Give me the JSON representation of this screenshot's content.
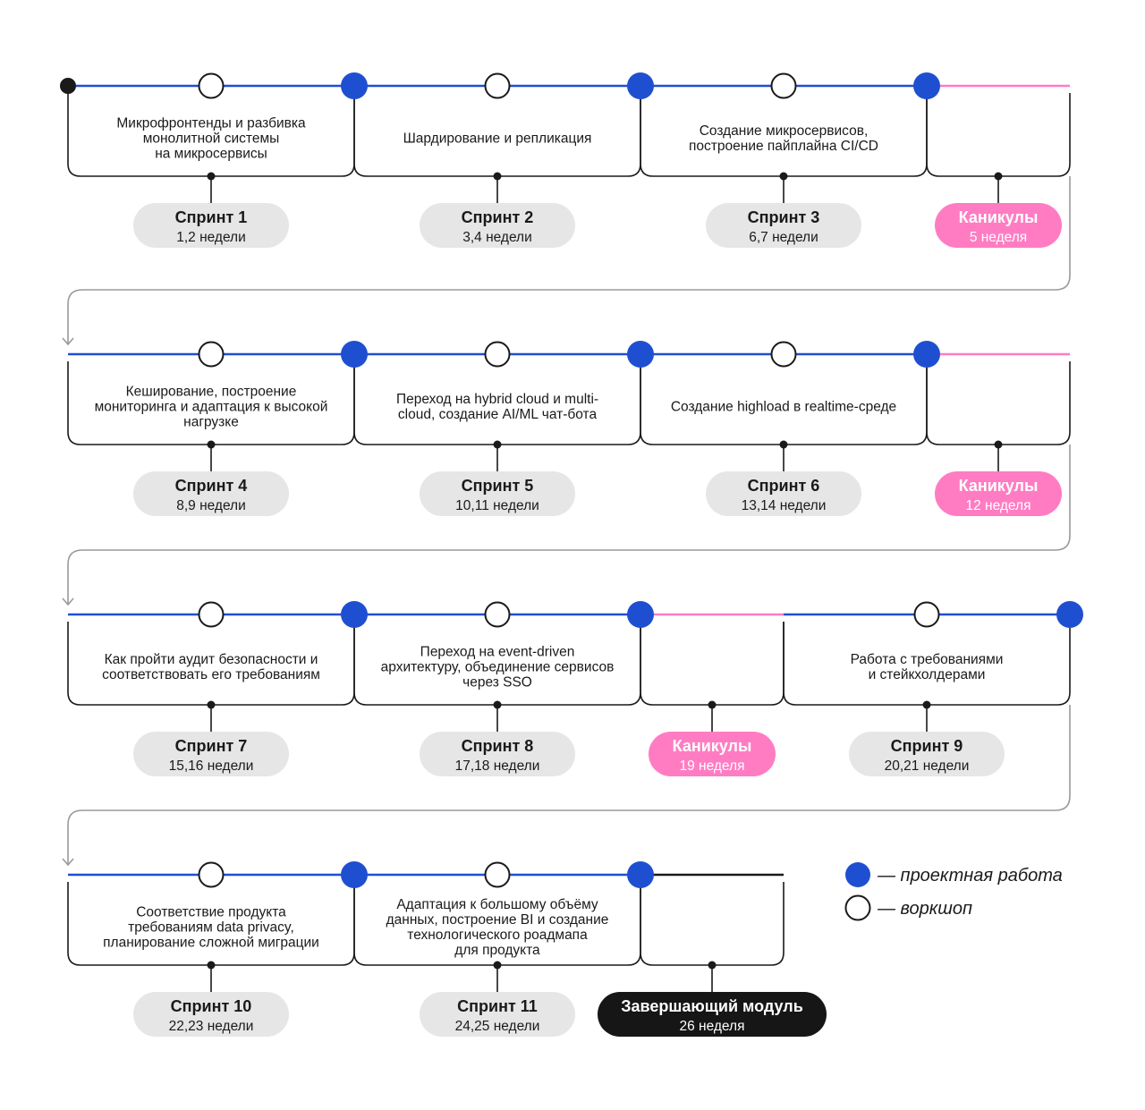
{
  "colors": {
    "project": "#1f4fd1",
    "line": "#1f4fd1",
    "vacation": "#ff7cc3",
    "vacation_line": "#ff7cc3",
    "bracket": "#1a1a1a",
    "pill_gray": "#e6e6e6",
    "final": "#161616",
    "connector": "#9a9a9a"
  },
  "legend": {
    "project_label": "— проектная работа",
    "workshop_label": "— воркшоп",
    "project_icon": "filled-circle",
    "workshop_icon": "hollow-circle"
  },
  "rows": [
    {
      "segments": [
        {
          "kind": "sprint",
          "desc": [
            "Микрофронтенды и разбивка",
            "монолитной системы",
            "на микросервисы"
          ],
          "title": "Спринт 1",
          "sub": "1,2 недели"
        },
        {
          "kind": "sprint",
          "desc": [
            "Шардирование и репликация"
          ],
          "title": "Спринт 2",
          "sub": "3,4 недели"
        },
        {
          "kind": "sprint",
          "desc": [
            "Создание микросервисов,",
            "построение пайплайна CI/CD"
          ],
          "title": "Спринт 3",
          "sub": "6,7 недели"
        },
        {
          "kind": "vacation",
          "desc": [],
          "title": "Каникулы",
          "sub": "5 неделя"
        }
      ]
    },
    {
      "segments": [
        {
          "kind": "sprint",
          "desc": [
            "Кеширование, построение",
            "мониторинга и адаптация к высокой",
            "нагрузке"
          ],
          "title": "Спринт 4",
          "sub": "8,9 недели"
        },
        {
          "kind": "sprint",
          "desc": [
            "Переход на hybrid cloud и multi-",
            "cloud, создание AI/ML чат-бота"
          ],
          "title": "Спринт 5",
          "sub": "10,11 недели"
        },
        {
          "kind": "sprint",
          "desc": [
            "Создание highload в realtime-среде"
          ],
          "title": "Спринт 6",
          "sub": "13,14 недели"
        },
        {
          "kind": "vacation",
          "desc": [],
          "title": "Каникулы",
          "sub": "12 неделя"
        }
      ]
    },
    {
      "segments": [
        {
          "kind": "sprint",
          "desc": [
            "Как пройти аудит безопасности и",
            "соответствовать его требованиям"
          ],
          "title": "Спринт 7",
          "sub": "15,16 недели"
        },
        {
          "kind": "sprint",
          "desc": [
            "Переход на event-driven",
            "архитектуру, объединение сервисов",
            "через SSO"
          ],
          "title": "Спринт 8",
          "sub": "17,18 недели"
        },
        {
          "kind": "vacation",
          "desc": [],
          "title": "Каникулы",
          "sub": "19 неделя"
        },
        {
          "kind": "sprint",
          "desc": [
            "Работа с требованиями",
            "и стейкхолдерами"
          ],
          "title": "Спринт 9",
          "sub": "20,21 недели"
        }
      ]
    },
    {
      "segments": [
        {
          "kind": "sprint",
          "desc": [
            "Соответствие продукта",
            "требованиям data privacy,",
            "планирование сложной миграции"
          ],
          "title": "Спринт 10",
          "sub": "22,23 недели"
        },
        {
          "kind": "sprint",
          "desc": [
            "Адаптация к большому объёму",
            "данных, построение BI и создание",
            "технологического роадмапа",
            "для продукта"
          ],
          "title": "Спринт 11",
          "sub": "24,25 недели"
        },
        {
          "kind": "final",
          "desc": [],
          "title": "Завершающий модуль",
          "sub": "26 неделя"
        }
      ]
    }
  ]
}
